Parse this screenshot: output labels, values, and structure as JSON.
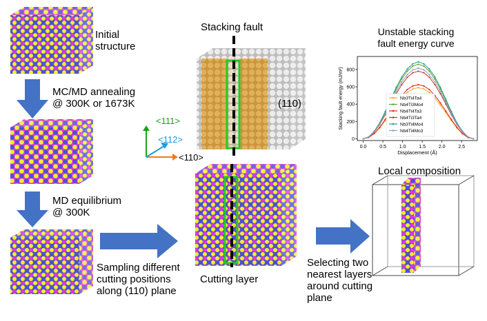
{
  "workflow": {
    "initial_label": "Initial\nstructure",
    "anneal_label": "MC/MD annealing\n@ 300K or 1673K",
    "equil_label": "MD equilibrium\n@ 300K",
    "sampling_label": "Sampling different\ncutting positions\nalong (110) plane",
    "stacking_fault_title": "Stacking fault",
    "plane_label": "(110)",
    "cutting_layer_label": "Cutting layer",
    "local_comp_title": "Local composition",
    "selecting_label": "Selecting two\nnearest layers\naround cutting\nplane"
  },
  "axes": {
    "a111": "<111>",
    "a112": "<112>",
    "a110": "<110>"
  },
  "colors": {
    "yellow": "#f2ee2a",
    "magenta": "#e033e0",
    "blue": "#4f4fd6",
    "gold": "#d4a24a",
    "arrow": "#4472c4",
    "green": "#22cc22",
    "axis_green": "#1aa31a",
    "axis_cyan": "#1a9ae6",
    "axis_orange": "#f07a20"
  },
  "chart_data": {
    "type": "line",
    "title": "Unstable stacking\nfault energy curve",
    "xlabel": "Displacement (Å)",
    "ylabel": "Stacking fault energy (mJ/m²)",
    "xlim": [
      -0.15,
      2.9
    ],
    "ylim": [
      -20,
      950
    ],
    "xticks": [
      "0.0",
      "0.5",
      "1.0",
      "1.5",
      "2.0",
      "2.5"
    ],
    "yticks": [
      "0",
      "200",
      "400",
      "600",
      "800"
    ],
    "legend_placement": "lower-center",
    "x": [
      0.0,
      0.14,
      0.28,
      0.42,
      0.56,
      0.7,
      0.84,
      0.98,
      1.12,
      1.26,
      1.4,
      1.54,
      1.68,
      1.82,
      1.96,
      2.1,
      2.24,
      2.38,
      2.52,
      2.66,
      2.8
    ],
    "series": [
      {
        "name": "Nb3Ti4Ta4",
        "color": "#f5a623",
        "values": [
          0,
          15,
          58,
          125,
          210,
          300,
          390,
          470,
          535,
          575,
          590,
          575,
          535,
          470,
          390,
          300,
          210,
          125,
          58,
          15,
          0
        ]
      },
      {
        "name": "Nb4Ti3Mo4",
        "color": "#5aa02c",
        "values": [
          0,
          22,
          85,
          180,
          305,
          440,
          575,
          690,
          780,
          840,
          860,
          840,
          780,
          690,
          575,
          440,
          305,
          180,
          85,
          22,
          0
        ]
      },
      {
        "name": "Nb4Ti4Ta3",
        "color": "#d62728",
        "values": [
          0,
          16,
          62,
          133,
          223,
          320,
          415,
          500,
          568,
          610,
          625,
          610,
          568,
          500,
          415,
          320,
          223,
          133,
          62,
          16,
          0
        ]
      },
      {
        "name": "Nb4Ti3Ta4",
        "color": "#c0392b",
        "values": [
          0,
          20,
          77,
          165,
          278,
          400,
          520,
          625,
          710,
          762,
          780,
          762,
          710,
          625,
          520,
          400,
          278,
          165,
          77,
          20,
          0
        ]
      },
      {
        "name": "Nb3Ti4Mo4",
        "color": "#2a9d8f",
        "values": [
          0,
          23,
          88,
          186,
          315,
          455,
          595,
          715,
          805,
          865,
          888,
          865,
          805,
          715,
          595,
          455,
          315,
          186,
          88,
          23,
          0
        ]
      },
      {
        "name": "Nb4Ti4Mo3",
        "color": "#8e9dc2",
        "values": [
          0,
          21,
          80,
          172,
          290,
          418,
          545,
          655,
          740,
          795,
          815,
          795,
          740,
          655,
          545,
          418,
          290,
          172,
          80,
          21,
          0
        ]
      }
    ]
  }
}
